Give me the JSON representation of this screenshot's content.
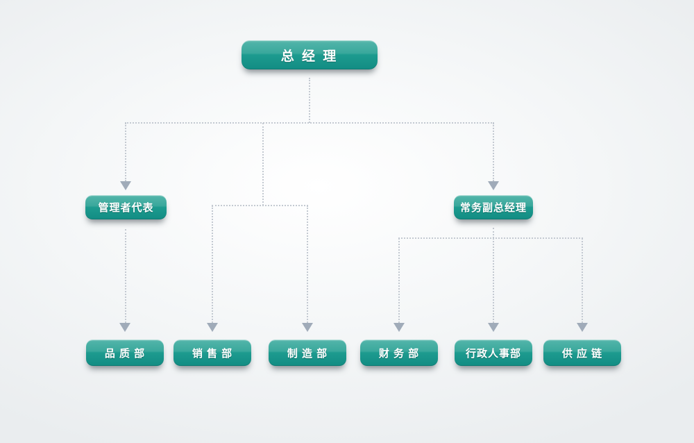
{
  "org_chart": {
    "root": {
      "label": "总 经 理",
      "role": "general-manager"
    },
    "managers": [
      {
        "label": "管理者代表",
        "role": "management-representative"
      },
      {
        "label": "常务副总经理",
        "role": "executive-deputy-general-manager"
      }
    ],
    "departments": [
      {
        "label": "品 质 部",
        "role": "quality-dept"
      },
      {
        "label": "销 售 部",
        "role": "sales-dept"
      },
      {
        "label": "制 造 部",
        "role": "manufacturing-dept"
      },
      {
        "label": "财 务 部",
        "role": "finance-dept"
      },
      {
        "label": "行政人事部",
        "role": "admin-hr-dept"
      },
      {
        "label": "供 应 链",
        "role": "supply-chain"
      }
    ],
    "edges": [
      {
        "from": "总经理",
        "to": "管理者代表"
      },
      {
        "from": "总经理",
        "to": "销售部"
      },
      {
        "from": "总经理",
        "to": "制造部"
      },
      {
        "from": "总经理",
        "to": "常务副总经理"
      },
      {
        "from": "管理者代表",
        "to": "品质部"
      },
      {
        "from": "常务副总经理",
        "to": "财务部"
      },
      {
        "from": "常务副总经理",
        "to": "行政人事部"
      },
      {
        "from": "常务副总经理",
        "to": "供应链"
      }
    ],
    "colors": {
      "node_gradient_top": "#79c6bb",
      "node_gradient_upper": "#4fb3a8",
      "node_gradient_lower": "#1d9b8f",
      "node_gradient_bottom": "#128c83",
      "node_text": "#ffffff",
      "connector": "#c3c9d1",
      "arrow": "#a0abb9",
      "background": "#f0f2f4"
    }
  }
}
